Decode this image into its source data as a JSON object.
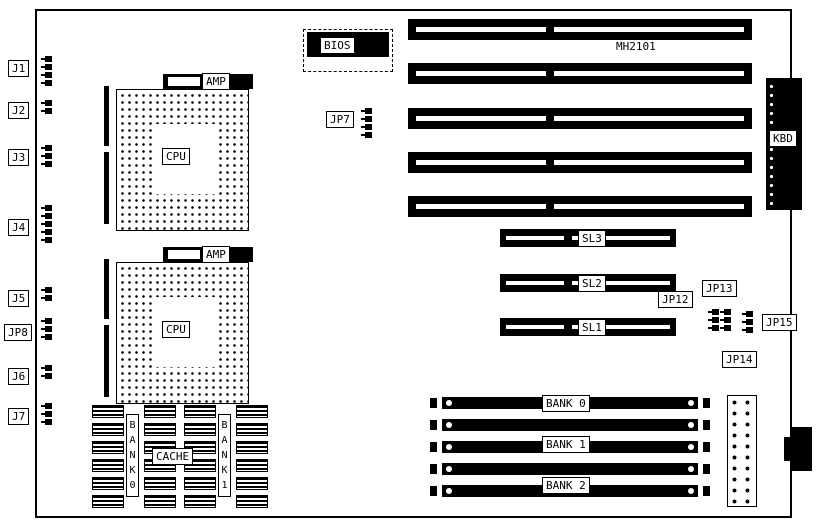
{
  "connectors_left": [
    {
      "label": "J1"
    },
    {
      "label": "J2"
    },
    {
      "label": "J3"
    },
    {
      "label": "J4"
    },
    {
      "label": "J5"
    },
    {
      "label": "JP8"
    },
    {
      "label": "J6"
    },
    {
      "label": "J7"
    }
  ],
  "cpu_sockets": [
    {
      "amp": "AMP",
      "cpu": "CPU"
    },
    {
      "amp": "AMP",
      "cpu": "CPU"
    }
  ],
  "bios": {
    "label": "BIOS"
  },
  "board": {
    "model": "MH2101"
  },
  "kbd": {
    "label": "KBD"
  },
  "jumpers": {
    "jp7": "JP7",
    "jp12": "JP12",
    "jp13": "JP13",
    "jp14": "JP14",
    "jp15": "JP15"
  },
  "short_slots": [
    {
      "label": "SL3"
    },
    {
      "label": "SL2"
    },
    {
      "label": "SL1"
    }
  ],
  "simm_banks": [
    {
      "label": "BANK 0"
    },
    {
      "label": "BANK 1"
    },
    {
      "label": "BANK 2"
    }
  ],
  "cache": {
    "label": "CACHE",
    "bank_left": "BANK0",
    "bank_right": "BANK1"
  },
  "colors": {
    "ink": "#000000",
    "paper": "#ffffff"
  }
}
